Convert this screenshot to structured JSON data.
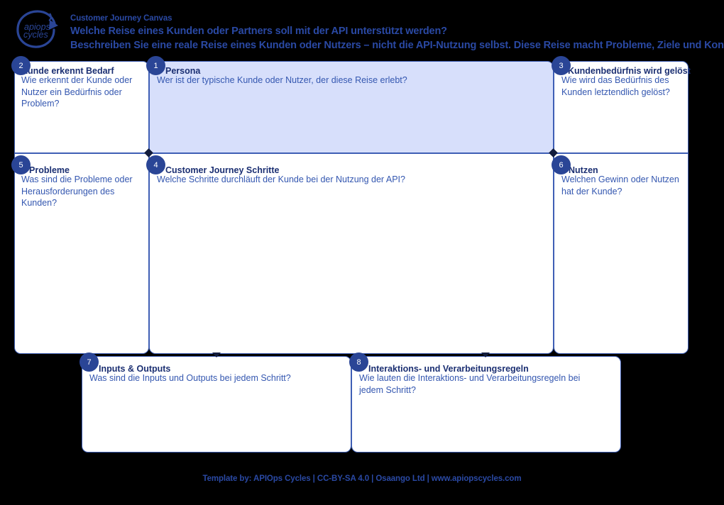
{
  "header": {
    "logo_name": "apiops-cycles-logo",
    "logo_text_top": "apiops",
    "logo_text_bottom": "cycles",
    "title": "Customer Journey Canvas",
    "question": "Welche Reise eines Kunden oder Partners soll mit der API unterstützt werden?",
    "subtitle": "Beschreiben Sie eine reale Reise eines Kunden oder Nutzers – nicht die API-Nutzung selbst. Diese Reise macht Probleme, Ziele und Kontexte sichtb",
    "accent_color": "#2a49a4"
  },
  "colors": {
    "background": "#000000",
    "box_border": "#3f5fb5",
    "box_fill": "#ffffff",
    "box_fill_tinted": "#d7dffb",
    "badge_fill": "#2a4596",
    "badge_text": "#ffffff",
    "title_text": "#1b2f72",
    "desc_text": "#3457b0",
    "footer_text": "#2a49a4"
  },
  "boxes": [
    {
      "number": "2",
      "title": "Kunde erkennt Bedarf",
      "description": "Wie erkennt der Kunde oder Nutzer ein Bedürfnis oder Problem?"
    },
    {
      "number": "1",
      "title": "Persona",
      "description": "Wer ist der typische Kunde oder Nutzer, der diese Reise erlebt?"
    },
    {
      "number": "3",
      "title": "Kundenbedürfnis wird gelöst",
      "description": "Wie wird das Bedürfnis des Kunden letztendlich gelöst?"
    },
    {
      "number": "5",
      "title": "Probleme",
      "description": "Was sind die Probleme oder Herausforderungen des Kunden?"
    },
    {
      "number": "4",
      "title": "Customer Journey Schritte",
      "description": "Welche Schritte durchläuft der Kunde bei der Nutzung der API?"
    },
    {
      "number": "6",
      "title": "Nutzen",
      "description": "Welchen Gewinn oder Nutzen hat der Kunde?"
    },
    {
      "number": "7",
      "title": "Inputs & Outputs",
      "description": "Was sind die Inputs und Outputs bei jedem Schritt?"
    },
    {
      "number": "8",
      "title": "Interaktions- und Verarbeitungsregeln",
      "description": "Wie lauten die Interaktions- und Verarbeitungsregeln bei jedem Schritt?"
    }
  ],
  "footer": {
    "credit": "Template by: APIOps Cycles | CC-BY-SA 4.0 | Osaango Ltd | www.apiopscycles.com"
  }
}
